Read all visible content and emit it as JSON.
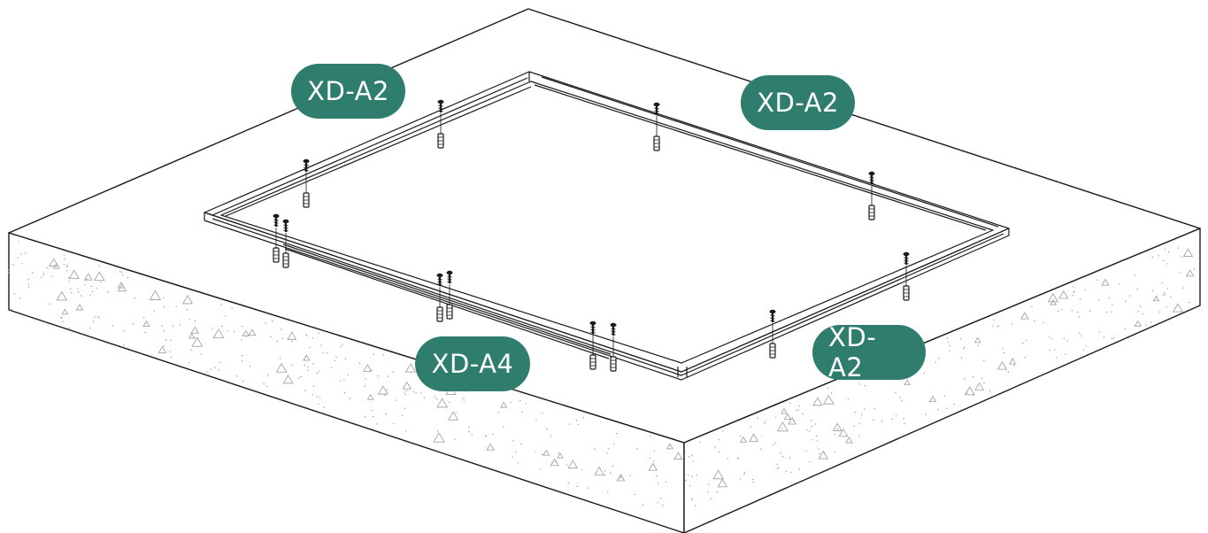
{
  "colors": {
    "callout_fill": "#2f7d6d",
    "line": "#1a1a1a",
    "background": "#ffffff",
    "concrete_speckle": "#9a9a9a"
  },
  "callouts": [
    {
      "label": "XD-A2"
    },
    {
      "label": "XD-A2"
    },
    {
      "label": "XD-A4"
    },
    {
      "label": "XD-A2"
    }
  ]
}
